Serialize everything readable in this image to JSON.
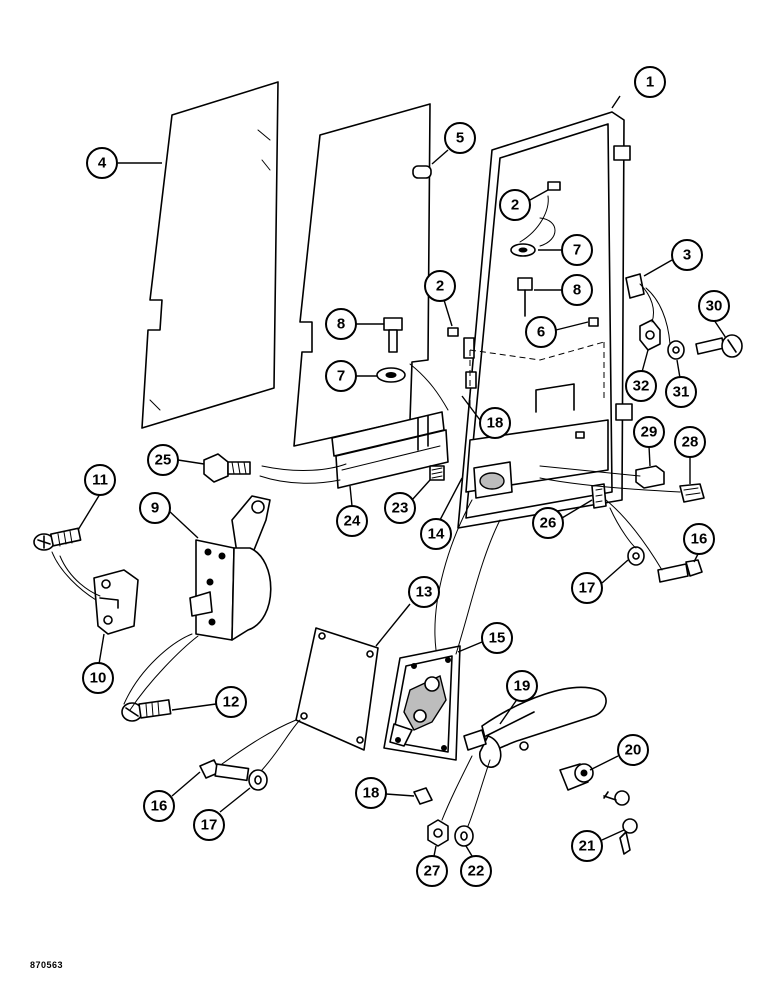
{
  "drawing_code": "870563",
  "callouts": {
    "c1": "1",
    "c2a": "2",
    "c2b": "2",
    "c3": "3",
    "c4": "4",
    "c5": "5",
    "c6": "6",
    "c7a": "7",
    "c7b": "7",
    "c8a": "8",
    "c8b": "8",
    "c9": "9",
    "c10": "10",
    "c11": "11",
    "c12": "12",
    "c13": "13",
    "c14": "14",
    "c15": "15",
    "c16a": "16",
    "c16b": "16",
    "c17a": "17",
    "c17b": "17",
    "c18a": "18",
    "c18b": "18",
    "c19": "19",
    "c20": "20",
    "c21": "21",
    "c22": "22",
    "c23": "23",
    "c24": "24",
    "c25": "25",
    "c26": "26",
    "c27": "27",
    "c28": "28",
    "c29": "29",
    "c30": "30",
    "c31": "31",
    "c32": "32"
  }
}
